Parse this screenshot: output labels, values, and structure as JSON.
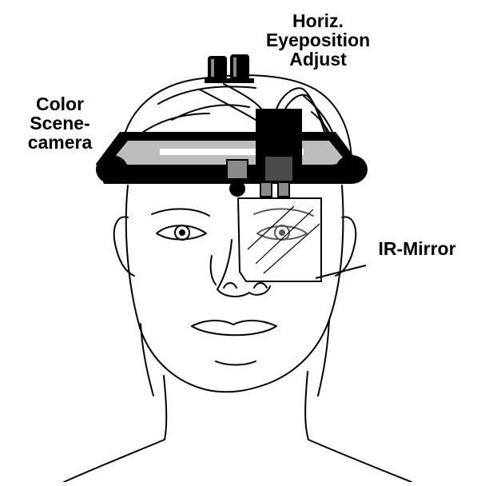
{
  "labels": {
    "horiz_eyeposition_adjust": [
      "Horiz.",
      "Eyeposition",
      "Adjust"
    ],
    "color_scene_camera": [
      "Color",
      "Scene-",
      "camera"
    ],
    "ir_mirror": "IR-Mirror"
  },
  "colors": {
    "ink": "#000000",
    "band": "#111111",
    "band_face": "#bdbdbd",
    "module_gray": "#8a8a8a",
    "background": "#ffffff"
  }
}
